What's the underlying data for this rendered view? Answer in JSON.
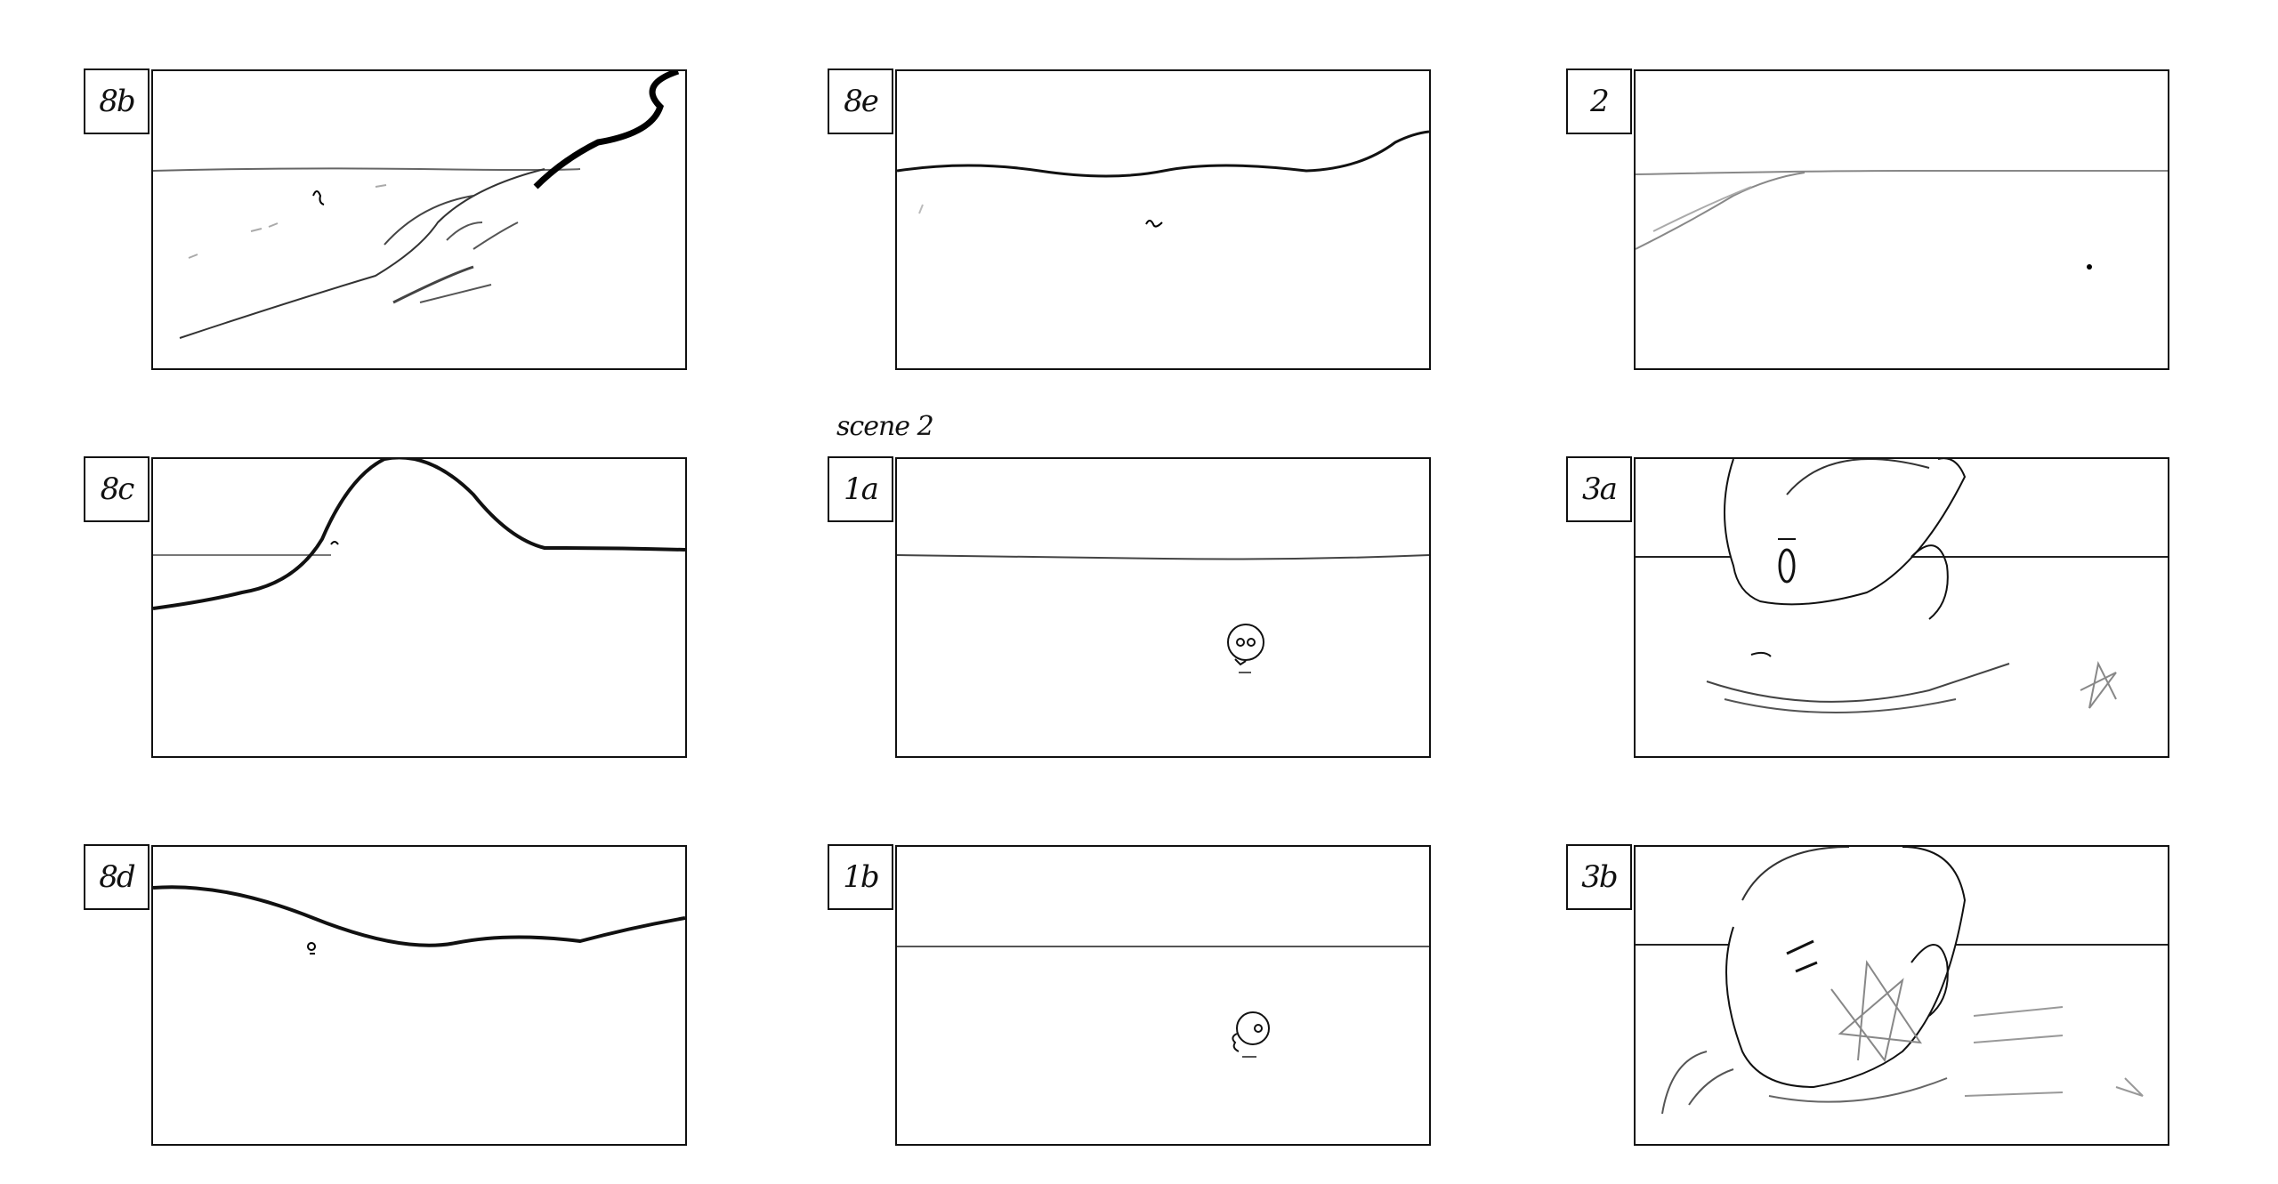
{
  "scene_note": "scene 2",
  "panels": [
    {
      "label": "8b"
    },
    {
      "label": "8e"
    },
    {
      "label": "2"
    },
    {
      "label": "8c"
    },
    {
      "label": "1a"
    },
    {
      "label": "3a"
    },
    {
      "label": "8d"
    },
    {
      "label": "1b"
    },
    {
      "label": "3b"
    }
  ]
}
